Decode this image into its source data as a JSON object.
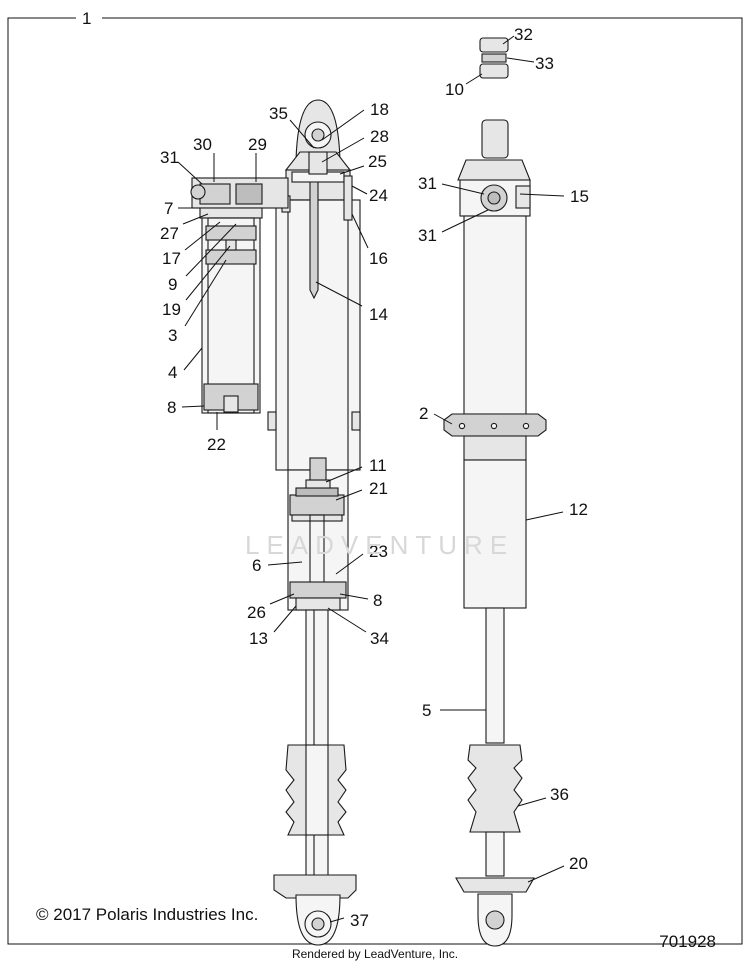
{
  "diagram": {
    "frame_label": "1",
    "watermark": "LEADVENTURE",
    "copyright": "© 2017 Polaris Industries Inc.",
    "rendered_by": "Rendered by LeadVenture, Inc.",
    "drawing_number": "701928",
    "callouts": [
      {
        "id": "c32",
        "label": "32"
      },
      {
        "id": "c33",
        "label": "33"
      },
      {
        "id": "c10",
        "label": "10"
      },
      {
        "id": "c35",
        "label": "35"
      },
      {
        "id": "c18",
        "label": "18"
      },
      {
        "id": "c28",
        "label": "28"
      },
      {
        "id": "c25",
        "label": "25"
      },
      {
        "id": "c24",
        "label": "24"
      },
      {
        "id": "c16",
        "label": "16"
      },
      {
        "id": "c14",
        "label": "14"
      },
      {
        "id": "c30",
        "label": "30"
      },
      {
        "id": "c29",
        "label": "29"
      },
      {
        "id": "c31a",
        "label": "31"
      },
      {
        "id": "c7",
        "label": "7"
      },
      {
        "id": "c27",
        "label": "27"
      },
      {
        "id": "c17",
        "label": "17"
      },
      {
        "id": "c9",
        "label": "9"
      },
      {
        "id": "c19",
        "label": "19"
      },
      {
        "id": "c3",
        "label": "3"
      },
      {
        "id": "c4",
        "label": "4"
      },
      {
        "id": "c8a",
        "label": "8"
      },
      {
        "id": "c22",
        "label": "22"
      },
      {
        "id": "c31b",
        "label": "31"
      },
      {
        "id": "c15",
        "label": "15"
      },
      {
        "id": "c31c",
        "label": "31"
      },
      {
        "id": "c2",
        "label": "2"
      },
      {
        "id": "c12",
        "label": "12"
      },
      {
        "id": "c11",
        "label": "11"
      },
      {
        "id": "c21",
        "label": "21"
      },
      {
        "id": "c23",
        "label": "23"
      },
      {
        "id": "c6",
        "label": "6"
      },
      {
        "id": "c26",
        "label": "26"
      },
      {
        "id": "c8b",
        "label": "8"
      },
      {
        "id": "c13",
        "label": "13"
      },
      {
        "id": "c34",
        "label": "34"
      },
      {
        "id": "c5",
        "label": "5"
      },
      {
        "id": "c36",
        "label": "36"
      },
      {
        "id": "c20",
        "label": "20"
      },
      {
        "id": "c37",
        "label": "37"
      }
    ]
  }
}
